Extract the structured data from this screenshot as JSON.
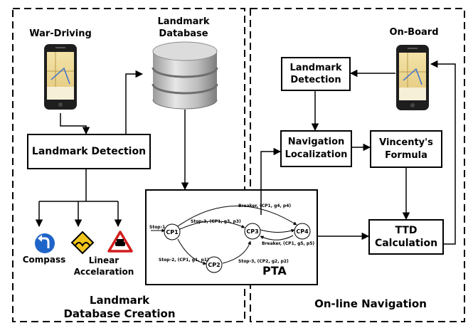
{
  "sections": {
    "left_title_line1": "Landmark",
    "left_title_line2": "Database Creation",
    "right_title": "On-line Navigation"
  },
  "labels": {
    "war_driving": "War-Driving",
    "landmark_database_line1": "Landmark",
    "landmark_database_line2": "Database",
    "on_board": "On-Board",
    "compass": "Compass",
    "linear_line1": "Linear",
    "linear_line2": "Accelaration"
  },
  "boxes": {
    "landmark_detection_left": "Landmark Detection",
    "landmark_detection_right_line1": "Landmark",
    "landmark_detection_right_line2": "Detection",
    "nav_loc_line1": "Navigation",
    "nav_loc_line2": "Localization",
    "vincenty_line1": "Vincenty's",
    "vincenty_line2": "Formula",
    "ttd_line1": "TTD",
    "ttd_line2": "Calculation"
  },
  "pta": {
    "label": "PTA",
    "nodes": [
      "CP1",
      "CP2",
      "CP3",
      "CP4"
    ],
    "edges": {
      "stop1": "Stop-1",
      "breaker_top": "Breaker, (CP1, g4, p4)",
      "stop3": "Stop-3, (CP1, g3, p3)",
      "breaker_bottom": "Breaker, (CP1, g5, p5)",
      "stop2": "Stop-2, (CP1, g1, p1)",
      "stop3b": "Stop-3, (CP2, g2, p2)"
    }
  },
  "icons": [
    "smartphone-icon",
    "database-icon",
    "compass-icon",
    "speed-bump-sign-icon",
    "car-warning-sign-icon"
  ]
}
